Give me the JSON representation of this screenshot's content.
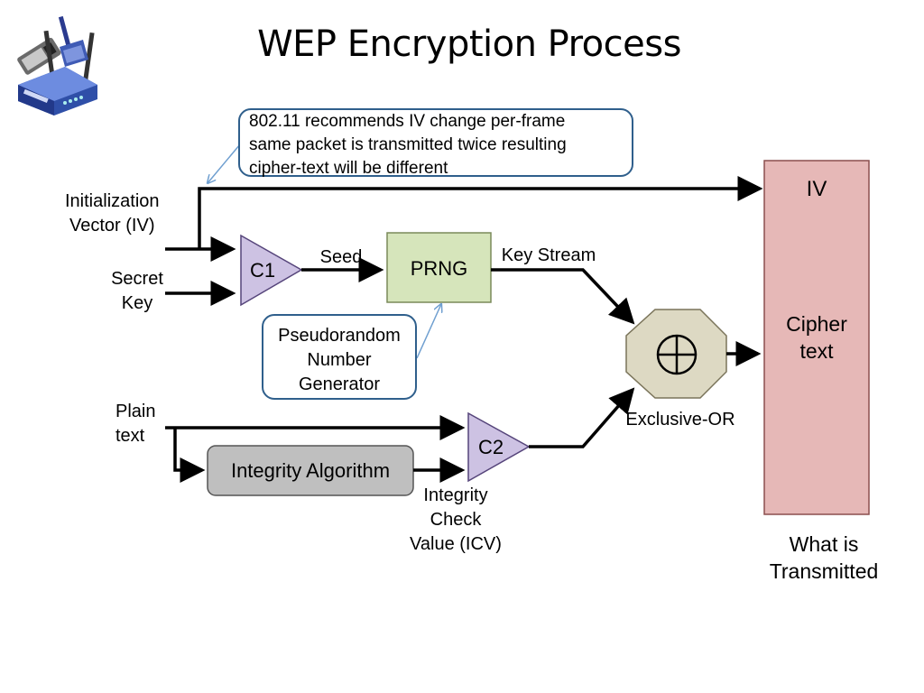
{
  "slide": {
    "title": "WEP Encryption Process"
  },
  "diagram": {
    "note_iv": {
      "lines": [
        "802.11 recommends IV change per-frame",
        "same packet is transmitted twice resulting",
        "cipher-text will be different"
      ]
    },
    "inputs": {
      "iv": [
        "Initialization",
        "Vector (IV)"
      ],
      "secret_key": [
        "Secret",
        "Key"
      ],
      "plain_text": [
        "Plain",
        "text"
      ]
    },
    "c1_label": "C1",
    "c2_label": "C2",
    "seed_label": "Seed",
    "prng_label": "PRNG",
    "key_stream_label": "Key Stream",
    "prng_note": [
      "Pseudorandom",
      "Number",
      "Generator"
    ],
    "integrity_algorithm_label": "Integrity Algorithm",
    "icv_label": [
      "Integrity",
      "Check",
      "Value (ICV)"
    ],
    "xor_label": "Exclusive-OR",
    "frame": {
      "iv_label": "IV",
      "cipher_label": [
        "Cipher",
        "text"
      ]
    },
    "transmitted_label": [
      "What is",
      "Transmitted"
    ]
  },
  "colors": {
    "c_block_fill": "#cdc2e3",
    "prng_fill": "#d6e5bb",
    "integrity_fill": "#bfbfbf",
    "xor_fill": "#ddd9c3",
    "frame_fill": "#e6b8b7",
    "callout_border": "#2f5f8c",
    "pointer_line": "#6f9fd0"
  },
  "icons": {
    "logo": "wireless-router-and-pc-card-icon",
    "xor_symbol": "circled-plus-icon"
  }
}
